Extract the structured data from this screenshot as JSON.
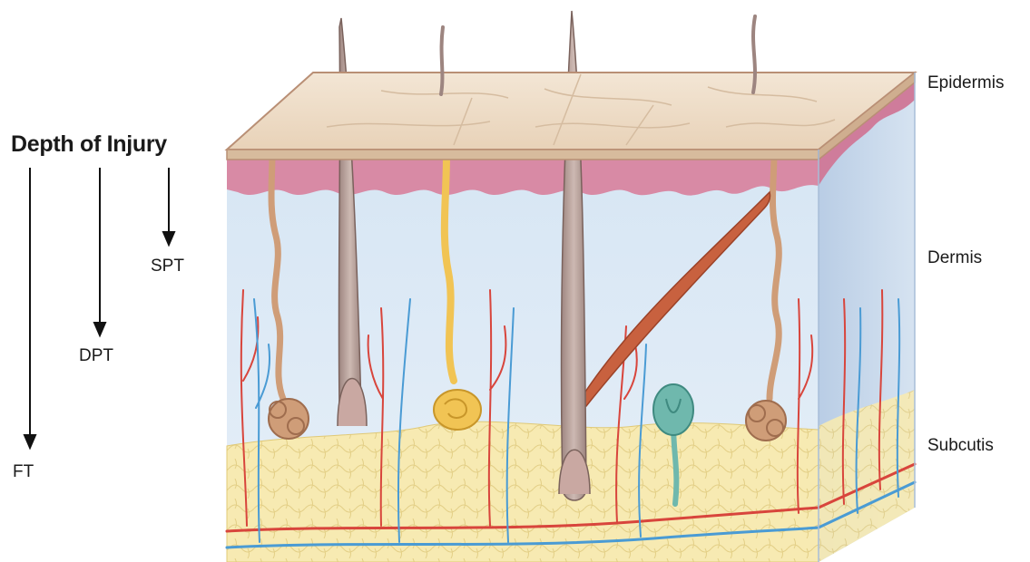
{
  "heading": "Depth of Injury",
  "depth_levels": [
    {
      "label": "SPT"
    },
    {
      "label": "DPT"
    },
    {
      "label": "FT"
    }
  ],
  "layers": [
    {
      "label": "Epidermis"
    },
    {
      "label": "Dermis"
    },
    {
      "label": "Subcutis"
    }
  ],
  "colors": {
    "epidermis_surface": "#efdcc6",
    "epidermis_edge": "#b98f75",
    "papillary_dermis": "#d98aa6",
    "dermis": "#dde9f4",
    "side_face": "#c6d7ea",
    "subcutis_fat": "#f6e7a8",
    "artery": "#d8453c",
    "vein": "#4a9bd4",
    "hair": "#b8a19a",
    "sweat_gland": "#cf9d78",
    "sebaceous_gland": "#f1c454",
    "arrector_muscle": "#c8613f",
    "nerve_receptor": "#6fb8ad"
  }
}
